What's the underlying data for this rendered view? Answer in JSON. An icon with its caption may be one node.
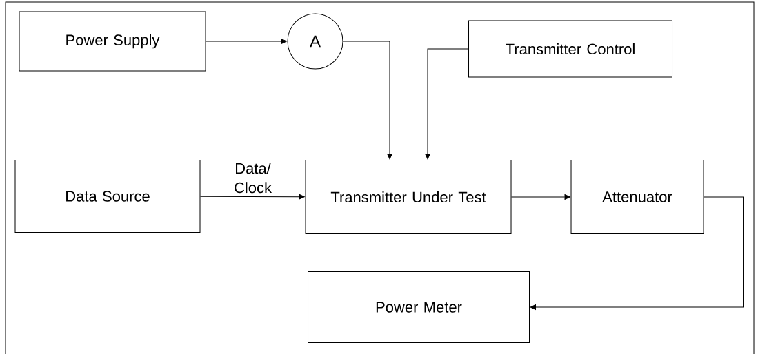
{
  "diagram": {
    "nodes": [
      {
        "text": [
          "Power Supply"
        ]
      },
      {
        "text": [
          "A"
        ]
      },
      {
        "text": [
          "Transmitter Control"
        ]
      },
      {
        "text": [
          "Data Source"
        ]
      },
      {
        "text": [
          "Transmitter Under Test"
        ]
      },
      {
        "text": [
          "Attenuator"
        ]
      },
      {
        "text": [
          "Power Meter"
        ]
      }
    ],
    "edges": [
      {
        "from": 0,
        "to": 1,
        "arrow": "to"
      },
      {
        "from": 1,
        "to": 4,
        "arrow": "to"
      },
      {
        "from": 2,
        "to": 4,
        "arrow": "to"
      },
      {
        "from": 3,
        "to": 4,
        "arrow": "to",
        "label": "Data/ Clock"
      },
      {
        "from": 4,
        "to": 5,
        "arrow": "to"
      },
      {
        "from": 5,
        "to": 6,
        "arrow": "to"
      }
    ]
  }
}
